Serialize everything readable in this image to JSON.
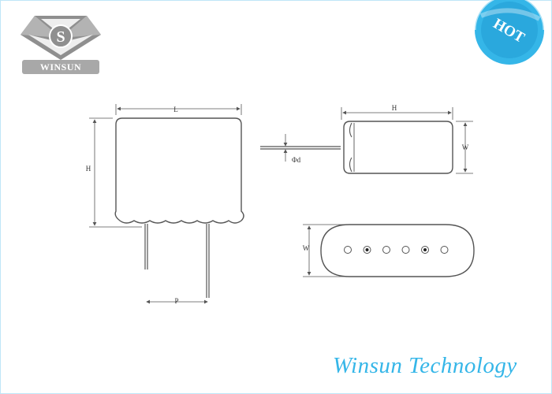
{
  "brand": {
    "logo_text": "WINSUN",
    "logo_letter": "S"
  },
  "badge": {
    "text": "HOT"
  },
  "diagram": {
    "front_view": {
      "width_label": "L",
      "height_label": "H",
      "pitch_label": "P"
    },
    "side_view": {
      "length_label": "H",
      "width_label": "W",
      "lead_label": "Φd"
    },
    "bottom_view": {
      "width_label": "W",
      "pin_count": 6,
      "filled_pins": [
        2,
        5
      ]
    }
  },
  "footer": {
    "company": "Winsun  Technology"
  },
  "colors": {
    "accent": "#35b6e8",
    "logo_gray": "#8a8a8a",
    "line": "#555555"
  }
}
